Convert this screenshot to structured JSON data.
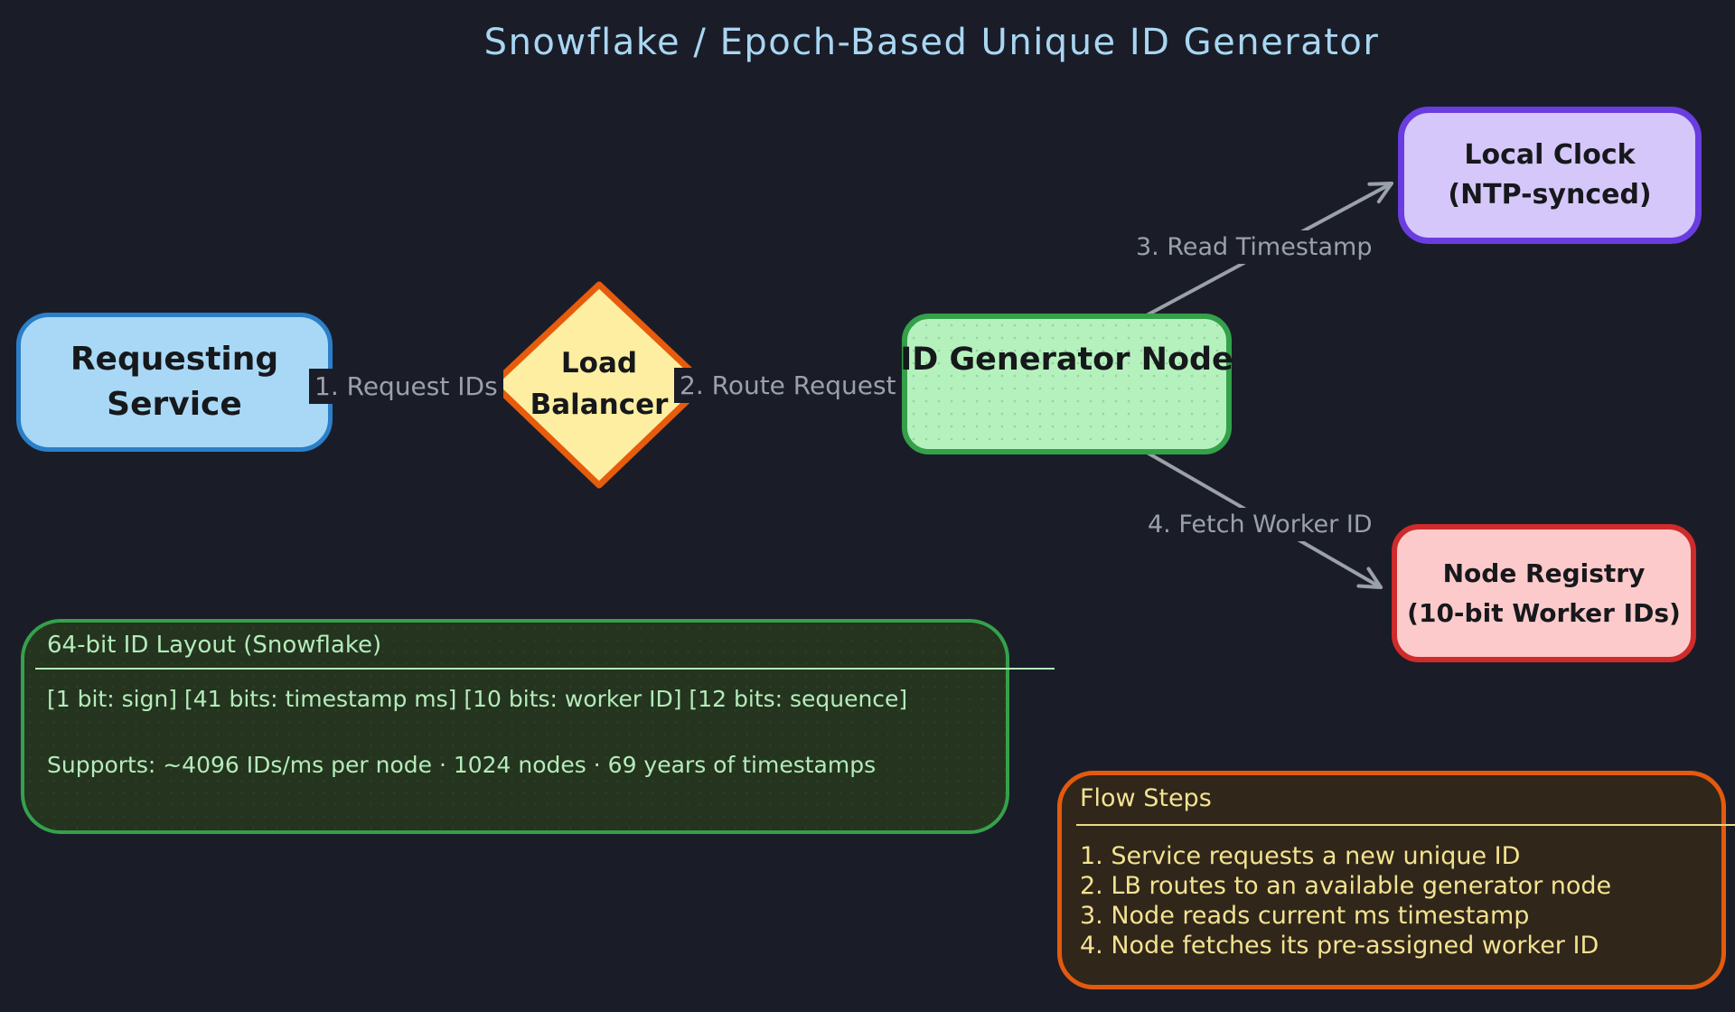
{
  "title": "Snowflake / Epoch-Based Unique ID Generator",
  "nodes": {
    "requesting_service": {
      "line1": "Requesting",
      "line2": "Service"
    },
    "load_balancer": {
      "line1": "Load",
      "line2": "Balancer"
    },
    "id_generator": {
      "label": "ID Generator Node"
    },
    "local_clock": {
      "line1": "Local Clock",
      "line2": "(NTP-synced)"
    },
    "node_registry": {
      "line1": "Node Registry",
      "line2": "(10-bit Worker IDs)"
    }
  },
  "edges": [
    {
      "label": "1. Request IDs",
      "from": "requesting_service",
      "to": "load_balancer"
    },
    {
      "label": "2. Route Request",
      "from": "load_balancer",
      "to": "id_generator"
    },
    {
      "label": "3. Read Timestamp",
      "from": "id_generator",
      "to": "local_clock"
    },
    {
      "label": "4. Fetch Worker ID",
      "from": "id_generator",
      "to": "node_registry"
    }
  ],
  "panels": {
    "id_layout": {
      "title": "64-bit ID Layout (Snowflake)",
      "line1": "[1 bit: sign] [41 bits: timestamp ms] [10 bits: worker ID] [12 bits: sequence]",
      "line2": "Supports: ~4096 IDs/ms per node · 1024 nodes · 69 years of timestamps"
    },
    "flow_steps": {
      "title": "Flow Steps",
      "steps": [
        "1. Service requests a new unique ID",
        "2. LB routes to an available generator node",
        "3. Node reads current ms timestamp",
        "4. Node fetches its pre-assigned worker ID"
      ]
    }
  },
  "colors": {
    "background": "#1a1d28",
    "title_text": "#a9d6f2",
    "edge_stroke": "#9aa1a9",
    "requesting_service": {
      "fill": "#a9d8f6",
      "stroke": "#2b7fc9"
    },
    "load_balancer": {
      "fill": "#fdeea1",
      "stroke": "#e65c0c"
    },
    "id_generator": {
      "fill": "#b5f1bd",
      "stroke": "#34a04a"
    },
    "local_clock": {
      "fill": "#d6c7fa",
      "stroke": "#6a3de0"
    },
    "node_registry": {
      "fill": "#fccaca",
      "stroke": "#cf2b2b"
    },
    "id_layout_panel": {
      "fill": "#24341f",
      "stroke": "#35a14b",
      "text": "#b4ecba"
    },
    "flow_steps_panel": {
      "fill": "#31261a",
      "stroke": "#e35a0e",
      "text": "#f3e391"
    }
  }
}
